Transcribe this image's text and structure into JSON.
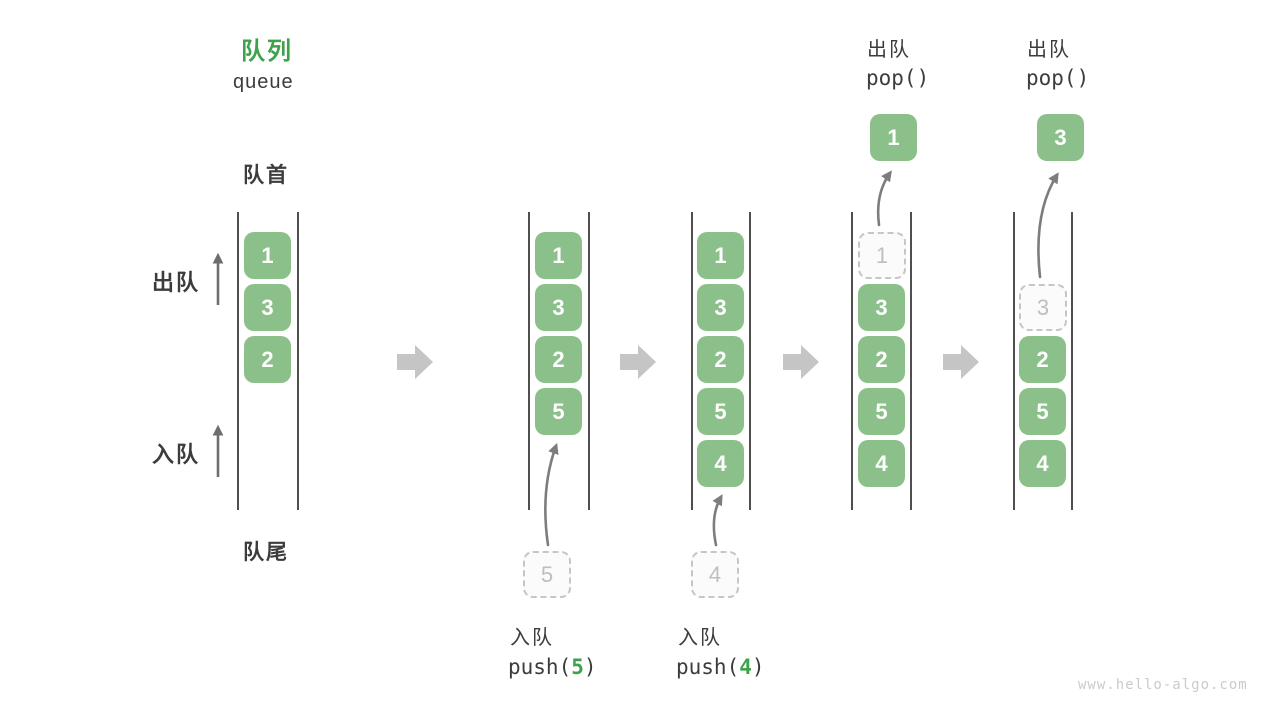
{
  "title": {
    "zh": "队列",
    "en": "queue"
  },
  "side_labels": {
    "front": "队首",
    "rear": "队尾",
    "dequeue": "出队",
    "enqueue": "入队"
  },
  "operations": {
    "push5": {
      "label": "入队",
      "fn": "push(",
      "arg": "5",
      "close": ")"
    },
    "push4": {
      "label": "入队",
      "fn": "push(",
      "arg": "4",
      "close": ")"
    },
    "pop_first": {
      "label": "出队",
      "code": "pop()"
    },
    "pop_second": {
      "label": "出队",
      "code": "pop()"
    }
  },
  "states": [
    {
      "cells": [
        "1",
        "3",
        "2"
      ]
    },
    {
      "cells": [
        "1",
        "3",
        "2",
        "5"
      ],
      "incoming": "5"
    },
    {
      "cells": [
        "1",
        "3",
        "2",
        "5",
        "4"
      ],
      "incoming": "4"
    },
    {
      "cells": [
        "3",
        "2",
        "5",
        "4"
      ],
      "removed": "1",
      "popped": "1"
    },
    {
      "cells": [
        "2",
        "5",
        "4"
      ],
      "removed": "3",
      "popped": "3"
    }
  ],
  "watermark": "www.hello-algo.com",
  "colors": {
    "cell_green": "#8cc08a",
    "title_green": "#3ea24b",
    "code_arg_green": "#3ea24b",
    "text_dark": "#3c3c3c",
    "transition_arrow_gray": "#c5c5c5",
    "ghost_gray": "#bebebe",
    "wall_gray": "#4f4f4f"
  }
}
